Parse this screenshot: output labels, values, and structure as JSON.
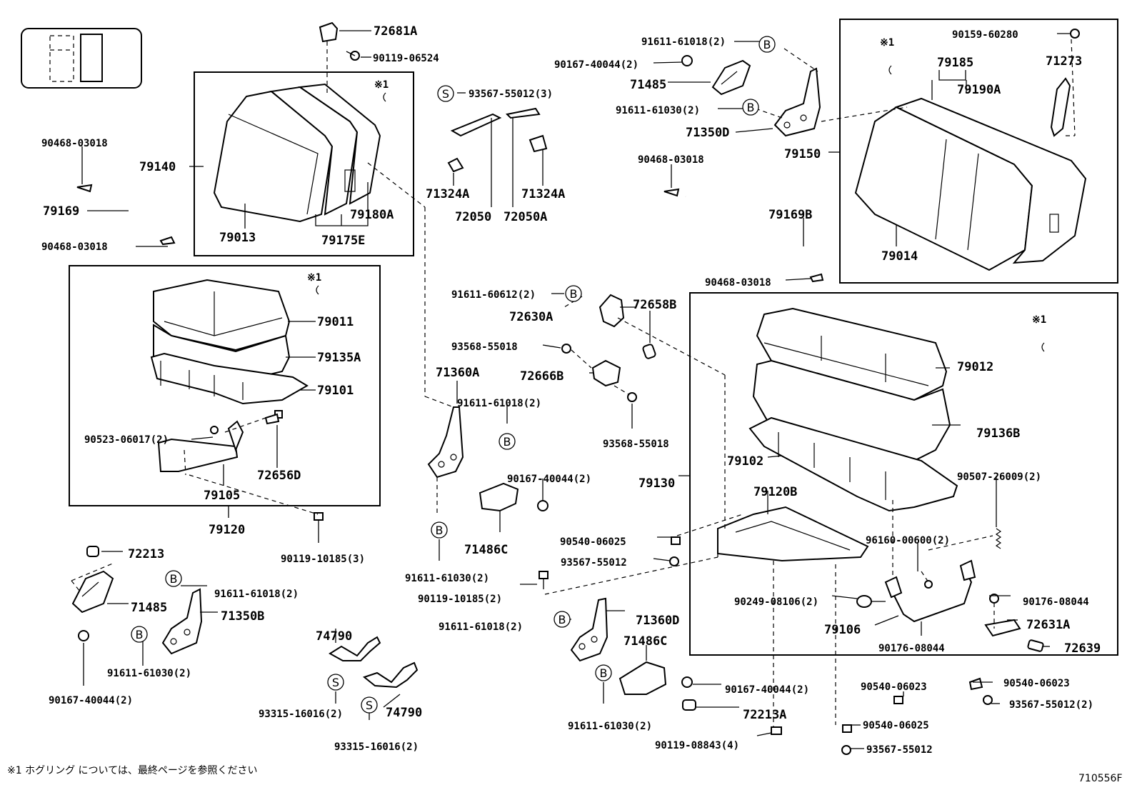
{
  "labels": {
    "p72681A": "72681A",
    "p90119_06524": "90119-06524",
    "p90468_03018_a": "90468-03018",
    "p79140": "79140",
    "p79169": "79169",
    "p90468_03018_b": "90468-03018",
    "p79013": "79013",
    "p79175E": "79175E",
    "p79180A": "79180A",
    "p79011": "79011",
    "p79135A": "79135A",
    "p79101": "79101",
    "p90523_06017": "90523-06017(2)",
    "p72656D": "72656D",
    "p79105": "79105",
    "p79120": "79120",
    "p90119_10185_3": "90119-10185(3)",
    "p72213": "72213",
    "p91611_61018_l": "91611-61018(2)",
    "p71485_l": "71485",
    "p71350B": "71350B",
    "p91611_61030_l": "91611-61030(2)",
    "p90167_40044_l": "90167-40044(2)",
    "p93567_55012_3": "93567-55012(3)",
    "p71324A_a": "71324A",
    "p72050": "72050",
    "p72050A": "72050A",
    "p71324A_b": "71324A",
    "p91611_60612": "91611-60612(2)",
    "p72630A": "72630A",
    "p72658B": "72658B",
    "p93568_55018_a": "93568-55018",
    "p72666B": "72666B",
    "p93568_55018_b": "93568-55018",
    "p71360A": "71360A",
    "p91611_61018_m": "91611-61018(2)",
    "p90167_40044_m": "90167-40044(2)",
    "p71486C_a": "71486C",
    "p91611_61030_m": "91611-61030(2)",
    "p90119_10185_2": "90119-10185(2)",
    "p74790_a": "74790",
    "p93315_16016_a": "93315-16016(2)",
    "p74790_b": "74790",
    "p93315_16016_b": "93315-16016(2)",
    "p91611_61018_b": "91611-61018(2)",
    "p71360D": "71360D",
    "p71486C_b": "71486C",
    "p90167_40044_b": "90167-40044(2)",
    "p91611_61030_b": "91611-61030(2)",
    "p72213A": "72213A",
    "p90119_08843": "90119-08843(4)",
    "p91611_61018_t": "91611-61018(2)",
    "p90167_40044_t": "90167-40044(2)",
    "p71485_t": "71485",
    "p91611_61030_t": "91611-61030(2)",
    "p71350D": "71350D",
    "p79150": "79150",
    "p90468_03018_c": "90468-03018",
    "p79169B": "79169B",
    "p90468_03018_d": "90468-03018",
    "p90159_60280": "90159-60280",
    "p79185": "79185",
    "p71273": "71273",
    "p79190A": "79190A",
    "p79014": "79014",
    "p79012": "79012",
    "p79136B": "79136B",
    "p79102": "79102",
    "p79130": "79130",
    "p79120B": "79120B",
    "p90507_26009": "90507-26009(2)",
    "p90540_06025_a": "90540-06025",
    "p93567_55012_a": "93567-55012",
    "p96160_00600": "96160-00600(2)",
    "p90249_08106": "90249-08106(2)",
    "p90176_08044_a": "90176-08044",
    "p79106": "79106",
    "p72631A": "72631A",
    "p90176_08044_b": "90176-08044",
    "p72639": "72639",
    "p90540_06023_a": "90540-06023",
    "p90540_06023_b": "90540-06023",
    "p93567_55012_2": "93567-55012(2)",
    "p90540_06025_b": "90540-06025",
    "p93567_55012_b": "93567-55012"
  },
  "marks": {
    "b": "B",
    "s": "S",
    "note_marker": "※1"
  },
  "footnote": "※1 ホグリング については、最終ページを参照ください",
  "diagram_code": "710556F"
}
